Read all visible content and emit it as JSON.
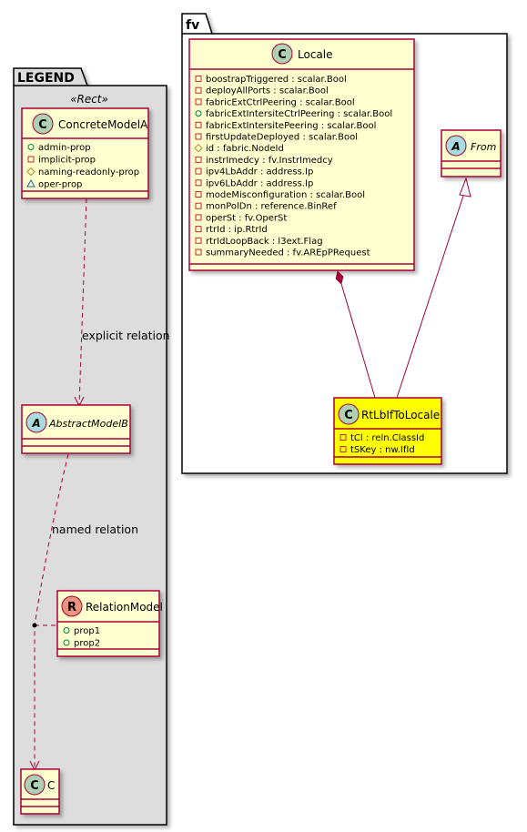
{
  "packages": {
    "legend": {
      "title": "LEGEND",
      "stereotype": "«Rect»"
    },
    "fv": {
      "title": "fv"
    }
  },
  "classes": {
    "concrete_model_a": {
      "name": "ConcreteModelA",
      "spot": "C",
      "attributes": [
        {
          "vis": "public",
          "text": "admin-prop"
        },
        {
          "vis": "private",
          "text": "implicit-prop"
        },
        {
          "vis": "protected",
          "text": "naming-readonly-prop"
        },
        {
          "vis": "package",
          "text": "oper-prop"
        }
      ]
    },
    "abstract_model_b": {
      "name": "AbstractModelB",
      "spot": "A"
    },
    "relation_model": {
      "name": "RelationModel",
      "spot": "R",
      "attributes": [
        {
          "vis": "public",
          "text": "prop1"
        },
        {
          "vis": "public",
          "text": "prop2"
        }
      ]
    },
    "c": {
      "name": "C",
      "spot": "C"
    },
    "locale": {
      "name": "Locale",
      "spot": "C",
      "attributes": [
        {
          "vis": "private",
          "text": "boostrapTriggered : scalar.Bool"
        },
        {
          "vis": "private",
          "text": "deployAllPorts : scalar.Bool"
        },
        {
          "vis": "private",
          "text": "fabricExtCtrlPeering : scalar.Bool"
        },
        {
          "vis": "public",
          "text": "fabricExtIntersiteCtrlPeering : scalar.Bool"
        },
        {
          "vis": "private",
          "text": "fabricExtIntersitePeering : scalar.Bool"
        },
        {
          "vis": "private",
          "text": "firstUpdateDeployed : scalar.Bool"
        },
        {
          "vis": "protected",
          "text": "id : fabric.NodeId"
        },
        {
          "vis": "private",
          "text": "instrImedcy : fv.InstrImedcy"
        },
        {
          "vis": "private",
          "text": "ipv4LbAddr : address.Ip"
        },
        {
          "vis": "private",
          "text": "ipv6LbAddr : address.Ip"
        },
        {
          "vis": "private",
          "text": "modeMisconfiguration : scalar.Bool"
        },
        {
          "vis": "private",
          "text": "monPolDn : reference.BinRef"
        },
        {
          "vis": "private",
          "text": "operSt : fv.OperSt"
        },
        {
          "vis": "private",
          "text": "rtrId : ip.RtrId"
        },
        {
          "vis": "private",
          "text": "rtrIdLoopBack : l3ext.Flag"
        },
        {
          "vis": "private",
          "text": "summaryNeeded : fv.AREpPRequest"
        }
      ]
    },
    "from": {
      "name": "From",
      "spot": "A"
    },
    "rt_lb_if_to_locale": {
      "name": "RtLbIfToLocale",
      "spot": "C",
      "attributes": [
        {
          "vis": "private",
          "text": "tCl : reln.ClassId"
        },
        {
          "vis": "private",
          "text": "tSKey : nw.IfId"
        }
      ]
    }
  },
  "relations": {
    "explicit": "explicit relation",
    "named": "named relation"
  },
  "colors": {
    "class_fill": "#FEFECE",
    "class_border": "#A80036",
    "highlight_fill": "#FFFF00",
    "legend_fill": "#DDDDDD",
    "spot_class": "#ADD1B2",
    "spot_abstract": "#A9DCDF",
    "spot_relation": "#EB937F"
  }
}
